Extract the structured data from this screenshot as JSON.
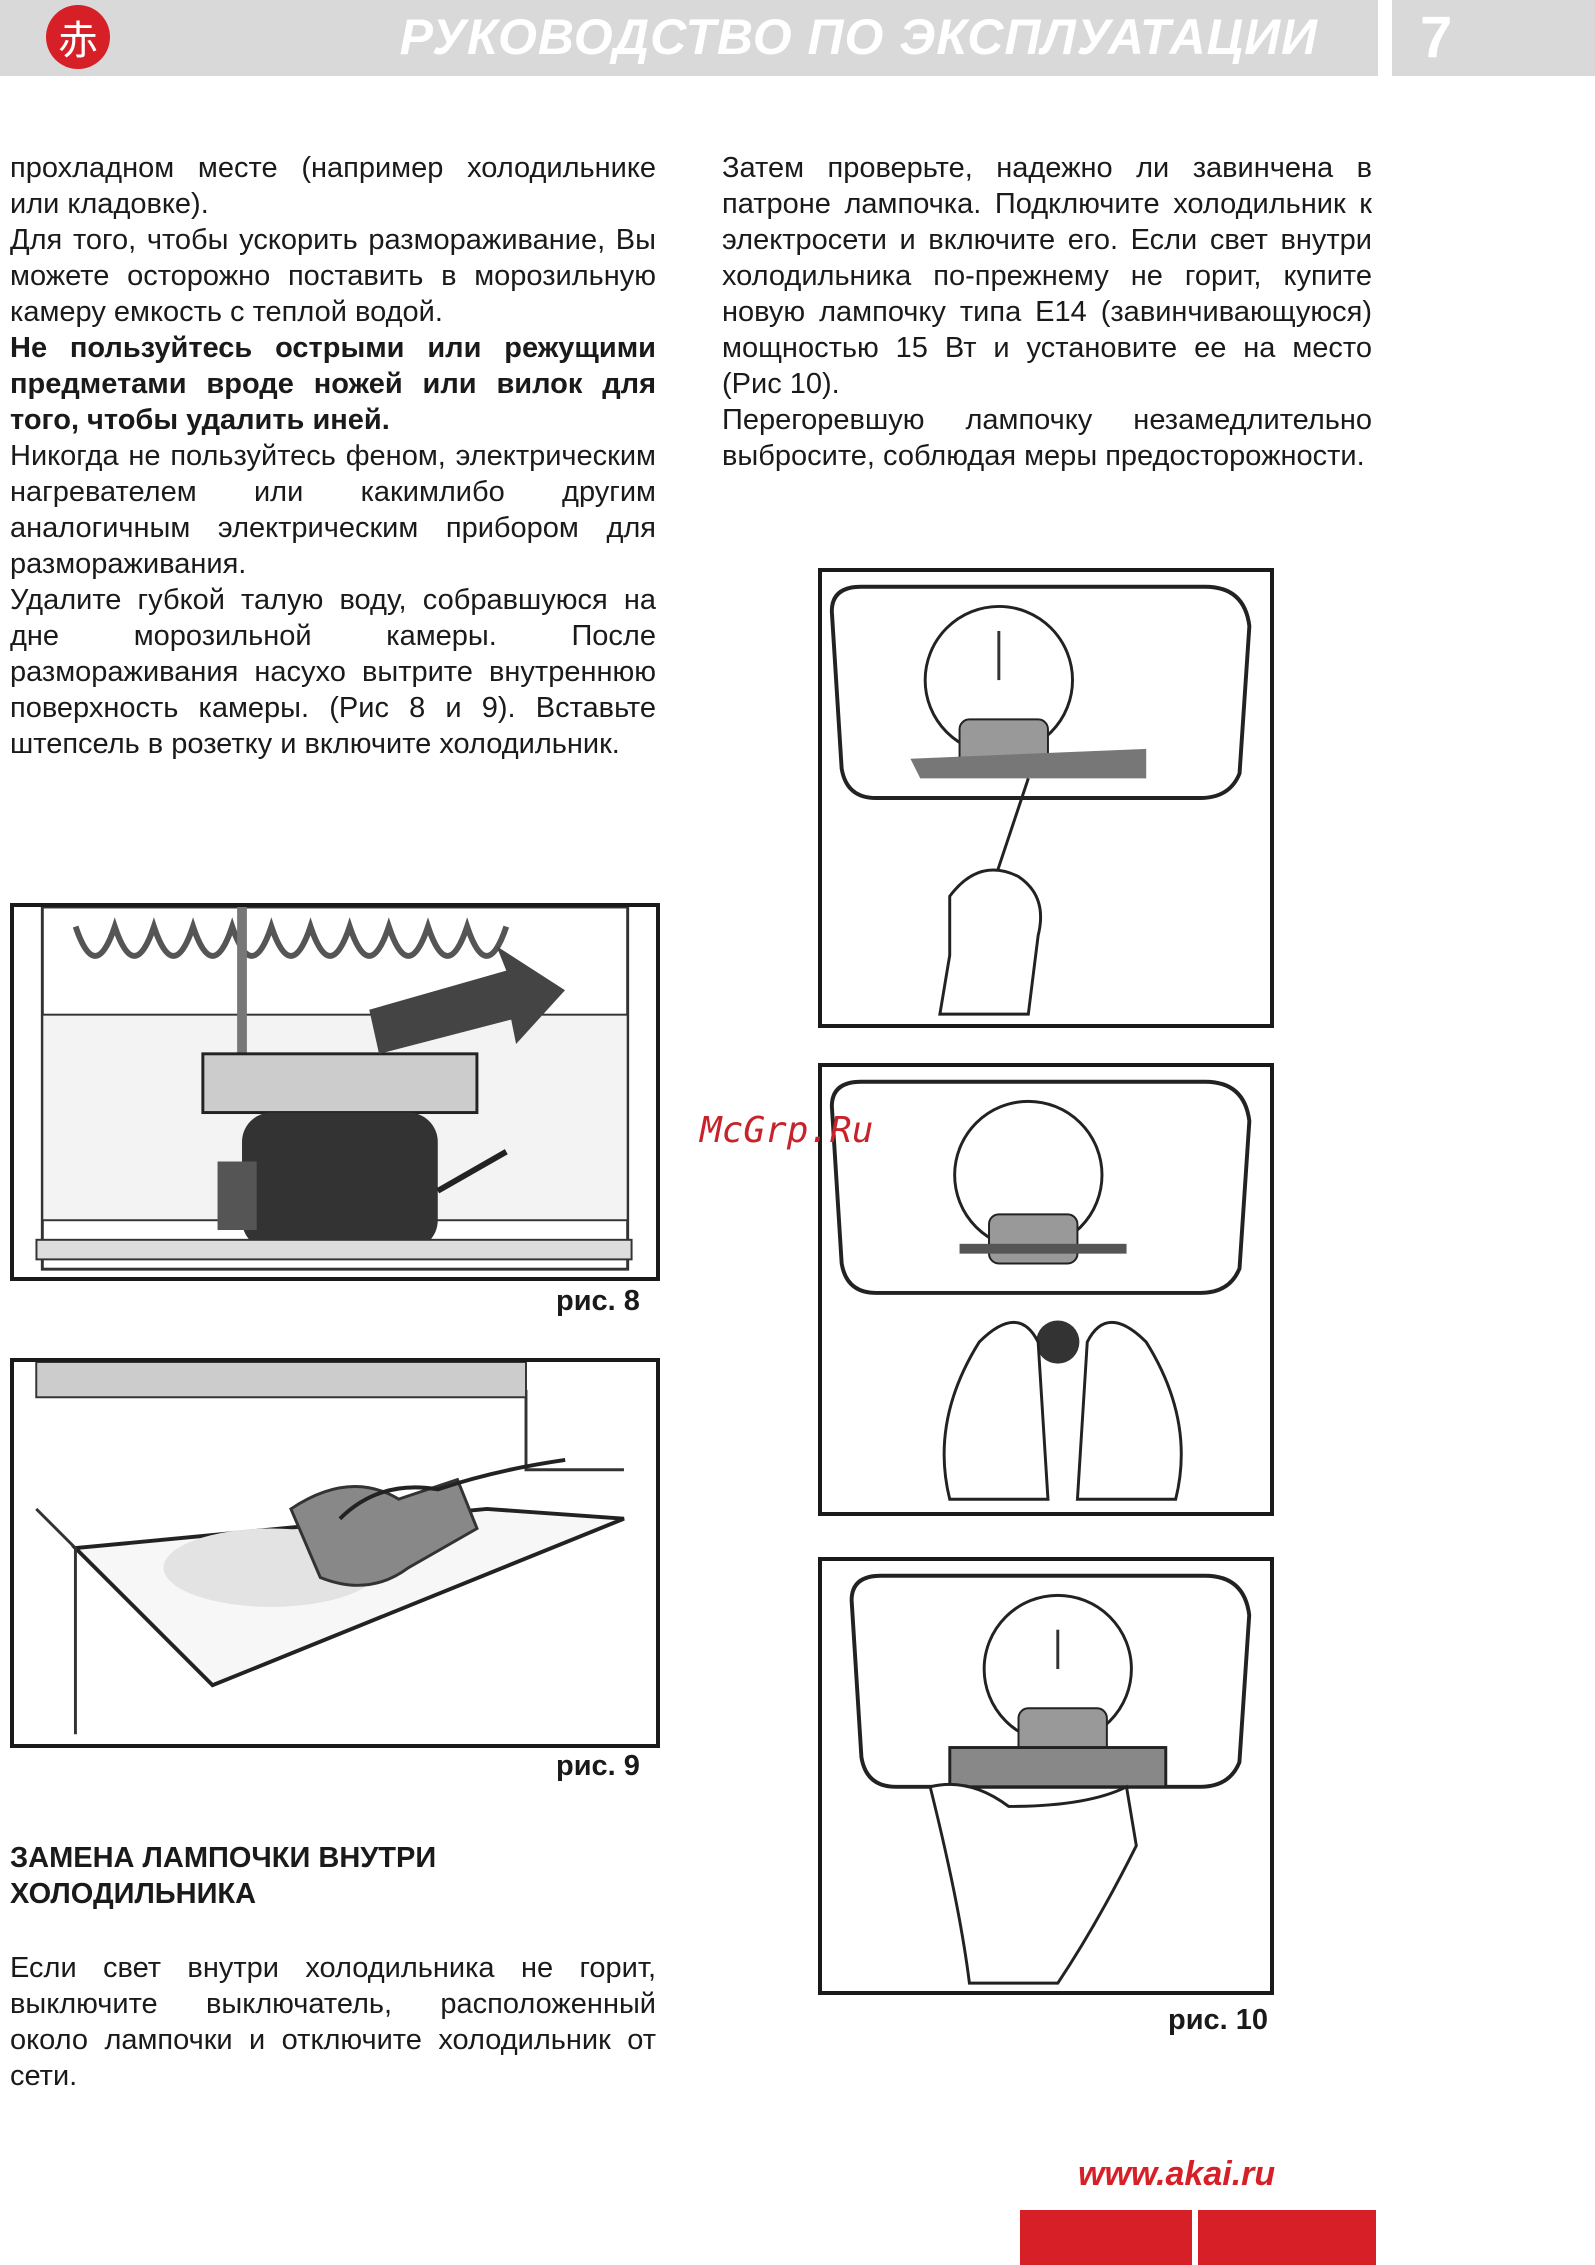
{
  "header": {
    "logo_glyph": "赤",
    "title": "РУКОВОДСТВО ПО ЭКСПЛУАТАЦИИ",
    "page_number": "7"
  },
  "left_column": {
    "p1": "прохладном месте (например холодильнике или кладовке).",
    "p2": "Для того, чтобы ускорить размораживание, Вы можете осторожно поставить в морозильную камеру емкость с теплой водой.",
    "p3_bold": "Не пользуйтесь острыми или режущими предметами вроде ножей или вилок для того, чтобы удалить иней.",
    "p4": "Никогда не пользуйтесь феном, электрическим нагревателем или какимлибо другим аналогичным электрическим прибором для размораживания.",
    "p5": "Удалите губкой талую воду, собравшуюся на дне морозильной камеры. После размораживания насухо вытрите внутреннюю поверхность камеры. (Рис 8 и 9).  Вставьте штепсель в розетку и включите холодильник."
  },
  "right_column": {
    "p1": "Затем проверьте, надежно ли завинчена в патроне лампочка. Подключите холодильник к электросети и включите его. Если свет внутри холодильника по-прежнему не горит, купите новую лампочку типа Е14 (завинчивающуюся) мощностью 15 Вт и установите ее на место (Рис 10).",
    "p2": "Перегоревшую лампочку незамедлительно выбросите, соблюдая меры предосторожности."
  },
  "figures": {
    "fig8_caption": "рис. 8",
    "fig9_caption": "рис. 9",
    "fig10_caption": "рис. 10"
  },
  "section": {
    "heading": "ЗАМЕНА ЛАМПОЧКИ ВНУТРИ ХОЛОДИЛЬНИКА",
    "body": "Если свет внутри холодильника не горит, выключите выключатель, расположенный около лампочки и отключите холодильник от сети."
  },
  "watermark": "McGrp.Ru",
  "footer": {
    "url": "www.akai.ru",
    "accent_color": "#d61f26"
  }
}
